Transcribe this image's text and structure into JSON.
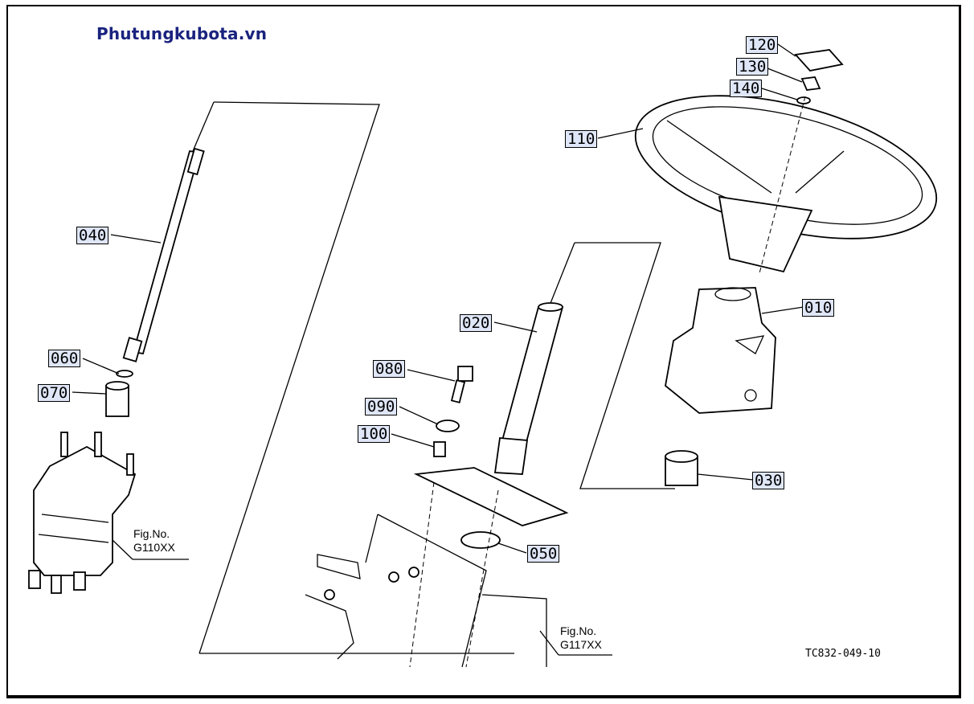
{
  "site": {
    "brand": "Phutungkubota.vn"
  },
  "drawing_code": "TC832-049-10",
  "parts": [
    {
      "id": "part-120",
      "number": "120"
    },
    {
      "id": "part-130",
      "number": "130"
    },
    {
      "id": "part-140",
      "number": "140"
    },
    {
      "id": "part-110",
      "number": "110"
    },
    {
      "id": "part-040",
      "number": "040"
    },
    {
      "id": "part-010",
      "number": "010"
    },
    {
      "id": "part-020",
      "number": "020"
    },
    {
      "id": "part-060",
      "number": "060"
    },
    {
      "id": "part-080",
      "number": "080"
    },
    {
      "id": "part-070",
      "number": "070"
    },
    {
      "id": "part-090",
      "number": "090"
    },
    {
      "id": "part-100",
      "number": "100"
    },
    {
      "id": "part-030",
      "number": "030"
    },
    {
      "id": "part-050",
      "number": "050"
    }
  ],
  "figure_refs": [
    {
      "line1": "Fig.No.",
      "line2": "G110XX"
    },
    {
      "line1": "Fig.No.",
      "line2": "G117XX"
    }
  ]
}
